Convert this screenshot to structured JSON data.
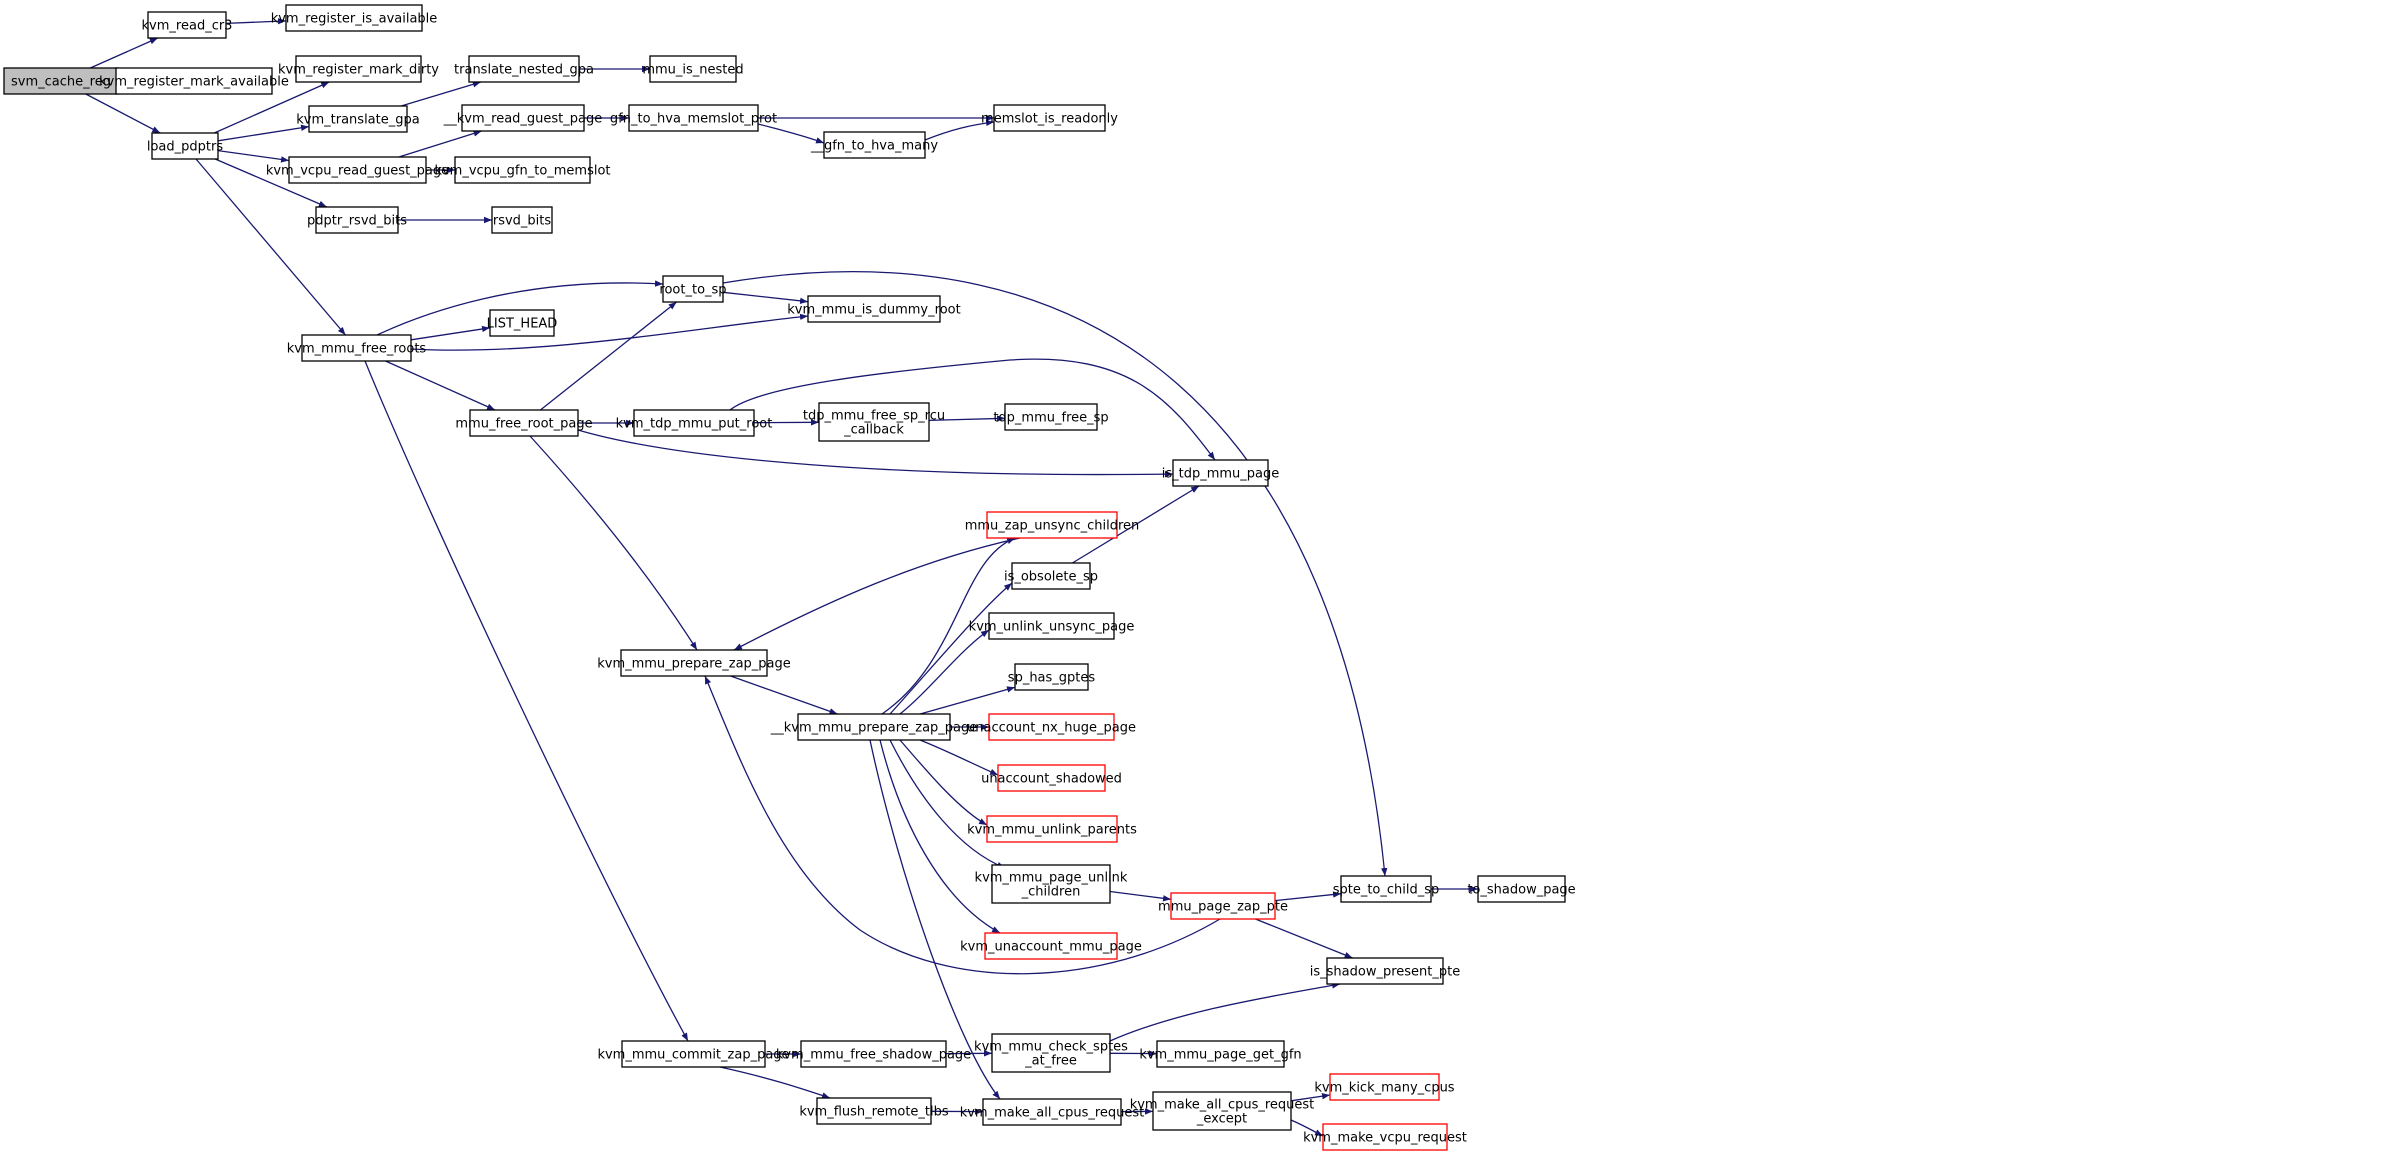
{
  "colors": {
    "edge": "#191970",
    "root_fill": "#bfbfbf",
    "truncated_border": "#ff0000",
    "normal_border": "#000000"
  },
  "nodes": [
    {
      "id": "svm_cache_reg",
      "lines": [
        "svm_cache_reg"
      ],
      "kind": "root"
    },
    {
      "id": "kvm_read_cr3",
      "lines": [
        "kvm_read_cr3"
      ],
      "kind": "normal"
    },
    {
      "id": "kvm_register_is_available",
      "lines": [
        "kvm_register_is_available"
      ],
      "kind": "normal"
    },
    {
      "id": "kvm_register_mark_available",
      "lines": [
        "kvm_register_mark_available"
      ],
      "kind": "normal"
    },
    {
      "id": "load_pdptrs",
      "lines": [
        "load_pdptrs"
      ],
      "kind": "normal"
    },
    {
      "id": "kvm_register_mark_dirty",
      "lines": [
        "kvm_register_mark_dirty"
      ],
      "kind": "normal"
    },
    {
      "id": "kvm_translate_gpa",
      "lines": [
        "kvm_translate_gpa"
      ],
      "kind": "normal"
    },
    {
      "id": "translate_nested_gpa",
      "lines": [
        "translate_nested_gpa"
      ],
      "kind": "normal"
    },
    {
      "id": "mmu_is_nested",
      "lines": [
        "mmu_is_nested"
      ],
      "kind": "normal"
    },
    {
      "id": "__kvm_read_guest_page",
      "lines": [
        "__kvm_read_guest_page"
      ],
      "kind": "normal"
    },
    {
      "id": "gfn_to_hva_memslot_prot",
      "lines": [
        "gfn_to_hva_memslot_prot"
      ],
      "kind": "normal"
    },
    {
      "id": "memslot_is_readonly",
      "lines": [
        "memslot_is_readonly"
      ],
      "kind": "normal"
    },
    {
      "id": "__gfn_to_hva_many",
      "lines": [
        "__gfn_to_hva_many"
      ],
      "kind": "normal"
    },
    {
      "id": "kvm_vcpu_read_guest_page",
      "lines": [
        "kvm_vcpu_read_guest_page"
      ],
      "kind": "normal"
    },
    {
      "id": "kvm_vcpu_gfn_to_memslot",
      "lines": [
        "kvm_vcpu_gfn_to_memslot"
      ],
      "kind": "normal"
    },
    {
      "id": "pdptr_rsvd_bits",
      "lines": [
        "pdptr_rsvd_bits"
      ],
      "kind": "normal"
    },
    {
      "id": "rsvd_bits",
      "lines": [
        "rsvd_bits"
      ],
      "kind": "normal"
    },
    {
      "id": "kvm_mmu_free_roots",
      "lines": [
        "kvm_mmu_free_roots"
      ],
      "kind": "normal"
    },
    {
      "id": "root_to_sp",
      "lines": [
        "root_to_sp"
      ],
      "kind": "normal"
    },
    {
      "id": "kvm_mmu_is_dummy_root",
      "lines": [
        "kvm_mmu_is_dummy_root"
      ],
      "kind": "normal"
    },
    {
      "id": "LIST_HEAD",
      "lines": [
        "LIST_HEAD"
      ],
      "kind": "normal"
    },
    {
      "id": "mmu_free_root_page",
      "lines": [
        "mmu_free_root_page"
      ],
      "kind": "normal"
    },
    {
      "id": "kvm_tdp_mmu_put_root",
      "lines": [
        "kvm_tdp_mmu_put_root"
      ],
      "kind": "normal"
    },
    {
      "id": "tdp_mmu_free_sp_rcu_callback",
      "lines": [
        "tdp_mmu_free_sp_rcu",
        "_callback"
      ],
      "kind": "normal"
    },
    {
      "id": "tdp_mmu_free_sp",
      "lines": [
        "tdp_mmu_free_sp"
      ],
      "kind": "normal"
    },
    {
      "id": "is_tdp_mmu_page",
      "lines": [
        "is_tdp_mmu_page"
      ],
      "kind": "normal"
    },
    {
      "id": "mmu_zap_unsync_children",
      "lines": [
        "mmu_zap_unsync_children"
      ],
      "kind": "truncated"
    },
    {
      "id": "is_obsolete_sp",
      "lines": [
        "is_obsolete_sp"
      ],
      "kind": "normal"
    },
    {
      "id": "kvm_unlink_unsync_page",
      "lines": [
        "kvm_unlink_unsync_page"
      ],
      "kind": "normal"
    },
    {
      "id": "kvm_mmu_prepare_zap_page",
      "lines": [
        "kvm_mmu_prepare_zap_page"
      ],
      "kind": "normal"
    },
    {
      "id": "sp_has_gptes",
      "lines": [
        "sp_has_gptes"
      ],
      "kind": "normal"
    },
    {
      "id": "__kvm_mmu_prepare_zap_page",
      "lines": [
        "__kvm_mmu_prepare_zap_page"
      ],
      "kind": "normal"
    },
    {
      "id": "unaccount_nx_huge_page",
      "lines": [
        "unaccount_nx_huge_page"
      ],
      "kind": "truncated"
    },
    {
      "id": "unaccount_shadowed",
      "lines": [
        "unaccount_shadowed"
      ],
      "kind": "truncated"
    },
    {
      "id": "kvm_mmu_unlink_parents",
      "lines": [
        "kvm_mmu_unlink_parents"
      ],
      "kind": "truncated"
    },
    {
      "id": "kvm_mmu_page_unlink_children",
      "lines": [
        "kvm_mmu_page_unlink",
        "_children"
      ],
      "kind": "normal"
    },
    {
      "id": "mmu_page_zap_pte",
      "lines": [
        "mmu_page_zap_pte"
      ],
      "kind": "truncated"
    },
    {
      "id": "spte_to_child_sp",
      "lines": [
        "spte_to_child_sp"
      ],
      "kind": "normal"
    },
    {
      "id": "to_shadow_page",
      "lines": [
        "to_shadow_page"
      ],
      "kind": "normal"
    },
    {
      "id": "kvm_unaccount_mmu_page",
      "lines": [
        "kvm_unaccount_mmu_page"
      ],
      "kind": "truncated"
    },
    {
      "id": "is_shadow_present_pte",
      "lines": [
        "is_shadow_present_pte"
      ],
      "kind": "normal"
    },
    {
      "id": "kvm_mmu_commit_zap_page",
      "lines": [
        "kvm_mmu_commit_zap_page"
      ],
      "kind": "normal"
    },
    {
      "id": "kvm_mmu_free_shadow_page",
      "lines": [
        "kvm_mmu_free_shadow_page"
      ],
      "kind": "normal"
    },
    {
      "id": "kvm_mmu_check_sptes_at_free",
      "lines": [
        "kvm_mmu_check_sptes",
        "_at_free"
      ],
      "kind": "normal"
    },
    {
      "id": "kvm_mmu_page_get_gfn",
      "lines": [
        "kvm_mmu_page_get_gfn"
      ],
      "kind": "normal"
    },
    {
      "id": "kvm_flush_remote_tlbs",
      "lines": [
        "kvm_flush_remote_tlbs"
      ],
      "kind": "normal"
    },
    {
      "id": "kvm_make_all_cpus_request",
      "lines": [
        "kvm_make_all_cpus_request"
      ],
      "kind": "normal"
    },
    {
      "id": "kvm_make_all_cpus_request_except",
      "lines": [
        "kvm_make_all_cpus_request",
        "_except"
      ],
      "kind": "normal"
    },
    {
      "id": "kvm_kick_many_cpus",
      "lines": [
        "kvm_kick_many_cpus"
      ],
      "kind": "truncated"
    },
    {
      "id": "kvm_make_vcpu_request",
      "lines": [
        "kvm_make_vcpu_request"
      ],
      "kind": "truncated"
    }
  ],
  "edges": [
    [
      "svm_cache_reg",
      "kvm_read_cr3"
    ],
    [
      "svm_cache_reg",
      "kvm_register_mark_available"
    ],
    [
      "svm_cache_reg",
      "load_pdptrs"
    ],
    [
      "kvm_read_cr3",
      "kvm_register_is_available"
    ],
    [
      "load_pdptrs",
      "kvm_register_mark_dirty"
    ],
    [
      "load_pdptrs",
      "kvm_translate_gpa"
    ],
    [
      "load_pdptrs",
      "kvm_vcpu_read_guest_page"
    ],
    [
      "load_pdptrs",
      "pdptr_rsvd_bits"
    ],
    [
      "load_pdptrs",
      "kvm_mmu_free_roots"
    ],
    [
      "kvm_translate_gpa",
      "translate_nested_gpa"
    ],
    [
      "translate_nested_gpa",
      "mmu_is_nested"
    ],
    [
      "kvm_vcpu_read_guest_page",
      "__kvm_read_guest_page"
    ],
    [
      "kvm_vcpu_read_guest_page",
      "kvm_vcpu_gfn_to_memslot"
    ],
    [
      "__kvm_read_guest_page",
      "gfn_to_hva_memslot_prot"
    ],
    [
      "gfn_to_hva_memslot_prot",
      "memslot_is_readonly"
    ],
    [
      "gfn_to_hva_memslot_prot",
      "__gfn_to_hva_many"
    ],
    [
      "__gfn_to_hva_many",
      "memslot_is_readonly"
    ],
    [
      "pdptr_rsvd_bits",
      "rsvd_bits"
    ],
    [
      "kvm_mmu_free_roots",
      "root_to_sp"
    ],
    [
      "kvm_mmu_free_roots",
      "LIST_HEAD"
    ],
    [
      "kvm_mmu_free_roots",
      "kvm_mmu_is_dummy_root"
    ],
    [
      "kvm_mmu_free_roots",
      "mmu_free_root_page"
    ],
    [
      "kvm_mmu_free_roots",
      "kvm_mmu_commit_zap_page"
    ],
    [
      "root_to_sp",
      "kvm_mmu_is_dummy_root"
    ],
    [
      "root_to_sp",
      "spte_to_child_sp"
    ],
    [
      "mmu_free_root_page",
      "root_to_sp"
    ],
    [
      "mmu_free_root_page",
      "kvm_tdp_mmu_put_root"
    ],
    [
      "mmu_free_root_page",
      "is_tdp_mmu_page"
    ],
    [
      "mmu_free_root_page",
      "kvm_mmu_prepare_zap_page"
    ],
    [
      "kvm_tdp_mmu_put_root",
      "tdp_mmu_free_sp_rcu_callback"
    ],
    [
      "kvm_tdp_mmu_put_root",
      "is_tdp_mmu_page"
    ],
    [
      "tdp_mmu_free_sp_rcu_callback",
      "tdp_mmu_free_sp"
    ],
    [
      "kvm_mmu_prepare_zap_page",
      "__kvm_mmu_prepare_zap_page"
    ],
    [
      "mmu_zap_unsync_children",
      "kvm_mmu_prepare_zap_page"
    ],
    [
      "is_obsolete_sp",
      "is_tdp_mmu_page"
    ],
    [
      "__kvm_mmu_prepare_zap_page",
      "mmu_zap_unsync_children"
    ],
    [
      "__kvm_mmu_prepare_zap_page",
      "is_obsolete_sp"
    ],
    [
      "__kvm_mmu_prepare_zap_page",
      "kvm_unlink_unsync_page"
    ],
    [
      "__kvm_mmu_prepare_zap_page",
      "sp_has_gptes"
    ],
    [
      "__kvm_mmu_prepare_zap_page",
      "unaccount_nx_huge_page"
    ],
    [
      "__kvm_mmu_prepare_zap_page",
      "unaccount_shadowed"
    ],
    [
      "__kvm_mmu_prepare_zap_page",
      "kvm_mmu_unlink_parents"
    ],
    [
      "__kvm_mmu_prepare_zap_page",
      "kvm_mmu_page_unlink_children"
    ],
    [
      "__kvm_mmu_prepare_zap_page",
      "kvm_unaccount_mmu_page"
    ],
    [
      "__kvm_mmu_prepare_zap_page",
      "kvm_make_all_cpus_request"
    ],
    [
      "kvm_mmu_page_unlink_children",
      "mmu_page_zap_pte"
    ],
    [
      "mmu_page_zap_pte",
      "spte_to_child_sp"
    ],
    [
      "mmu_page_zap_pte",
      "is_shadow_present_pte"
    ],
    [
      "mmu_page_zap_pte",
      "kvm_mmu_prepare_zap_page"
    ],
    [
      "spte_to_child_sp",
      "to_shadow_page"
    ],
    [
      "kvm_mmu_commit_zap_page",
      "kvm_mmu_free_shadow_page"
    ],
    [
      "kvm_mmu_commit_zap_page",
      "kvm_flush_remote_tlbs"
    ],
    [
      "kvm_mmu_free_shadow_page",
      "kvm_mmu_check_sptes_at_free"
    ],
    [
      "kvm_mmu_check_sptes_at_free",
      "is_shadow_present_pte"
    ],
    [
      "kvm_mmu_check_sptes_at_free",
      "kvm_mmu_page_get_gfn"
    ],
    [
      "kvm_flush_remote_tlbs",
      "kvm_make_all_cpus_request"
    ],
    [
      "kvm_make_all_cpus_request",
      "kvm_make_all_cpus_request_except"
    ],
    [
      "kvm_make_all_cpus_request_except",
      "kvm_kick_many_cpus"
    ],
    [
      "kvm_make_all_cpus_request_except",
      "kvm_make_vcpu_request"
    ]
  ]
}
